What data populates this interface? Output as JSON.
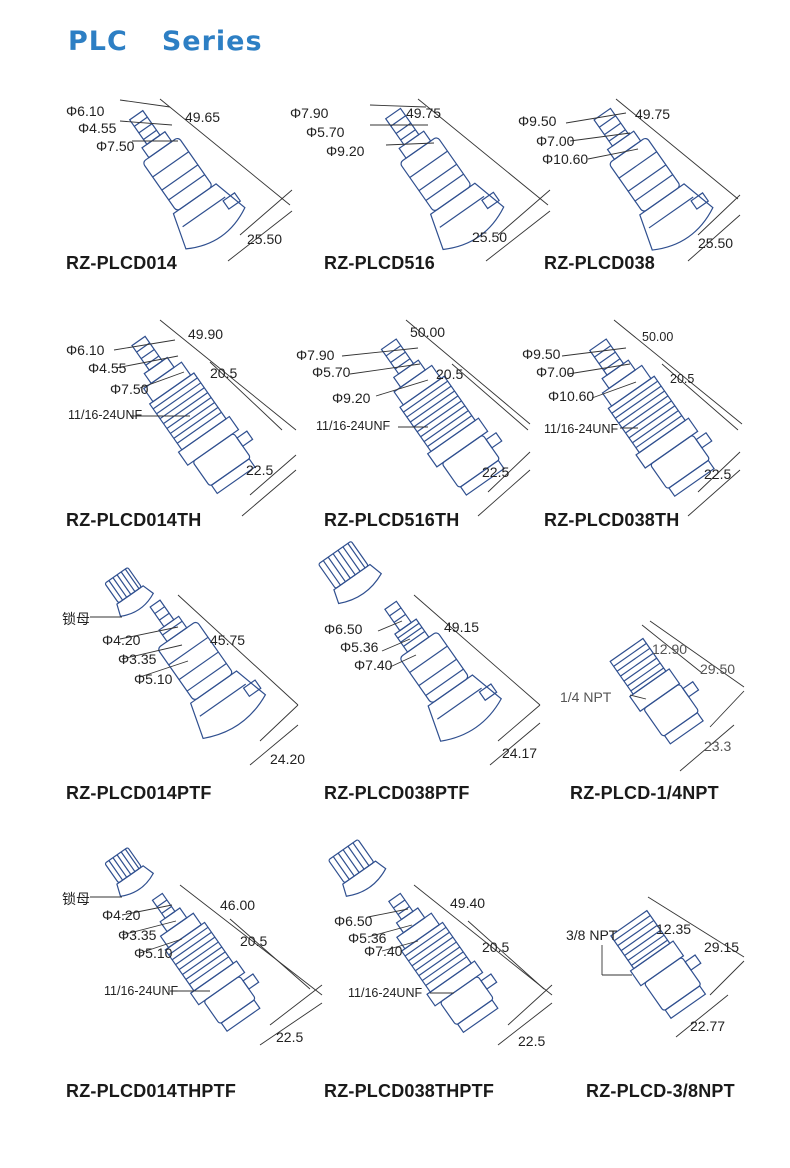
{
  "title": {
    "word1": "PLC",
    "word2": "Series",
    "color": "#2d7fc4"
  },
  "colors": {
    "outline": "#2f4f8f",
    "dimline": "#333333"
  },
  "items": [
    {
      "model": "RZ-PLCD014",
      "d1": "Φ6.10",
      "d2": "Φ4.55",
      "d3": "Φ7.50",
      "len": "49.65",
      "len2": "",
      "w": "25.50",
      "thread": "",
      "nut": ""
    },
    {
      "model": "RZ-PLCD516",
      "d1": "Φ7.90",
      "d2": "Φ5.70",
      "d3": "Φ9.20",
      "len": "49.75",
      "len2": "",
      "w": "25.50",
      "thread": "",
      "nut": ""
    },
    {
      "model": "RZ-PLCD038",
      "d1": "Φ9.50",
      "d2": "Φ7.00",
      "d3": "Φ10.60",
      "len": "49.75",
      "len2": "",
      "w": "25.50",
      "thread": "",
      "nut": ""
    },
    {
      "model": "RZ-PLCD014TH",
      "d1": "Φ6.10",
      "d2": "Φ4.55",
      "d3": "Φ7.50",
      "len": "49.90",
      "len2": "20.5",
      "w": "22.5",
      "thread": "11/16-24UNF",
      "nut": ""
    },
    {
      "model": "RZ-PLCD516TH",
      "d1": "Φ7.90",
      "d2": "Φ5.70",
      "d3": "Φ9.20",
      "len": "50.00",
      "len2": "20.5",
      "w": "22.5",
      "thread": "11/16-24UNF",
      "nut": ""
    },
    {
      "model": "RZ-PLCD038TH",
      "d1": "Φ9.50",
      "d2": "Φ7.00",
      "d3": "Φ10.60",
      "len": "50.00",
      "len2": "20.5",
      "w": "22.5",
      "thread": "11/16-24UNF",
      "nut": ""
    },
    {
      "model": "RZ-PLCD014PTF",
      "d1": "Φ4.20",
      "d2": "Φ3.35",
      "d3": "Φ5.10",
      "len": "45.75",
      "len2": "",
      "w": "24.20",
      "thread": "",
      "nut": "锁母"
    },
    {
      "model": "RZ-PLCD038PTF",
      "d1": "Φ6.50",
      "d2": "Φ5.36",
      "d3": "Φ7.40",
      "len": "49.15",
      "len2": "",
      "w": "24.17",
      "thread": "",
      "nut": ""
    },
    {
      "model": "RZ-PLCD-1/4NPT",
      "d1": "",
      "d2": "",
      "d3": "",
      "len": "29.50",
      "len2": "12.90",
      "w": "23.3",
      "thread": "1/4 NPT",
      "nut": ""
    },
    {
      "model": "RZ-PLCD014THPTF",
      "d1": "Φ4.20",
      "d2": "Φ3.35",
      "d3": "Φ5.10",
      "len": "46.00",
      "len2": "20.5",
      "w": "22.5",
      "thread": "11/16-24UNF",
      "nut": "锁母"
    },
    {
      "model": "RZ-PLCD038THPTF",
      "d1": "Φ6.50",
      "d2": "Φ5.36",
      "d3": "Φ7.40",
      "len": "49.40",
      "len2": "20.5",
      "w": "22.5",
      "thread": "11/16-24UNF",
      "nut": ""
    },
    {
      "model": "RZ-PLCD-3/8NPT",
      "d1": "",
      "d2": "",
      "d3": "",
      "len": "29.15",
      "len2": "12.35",
      "w": "22.77",
      "thread": "3/8 NPT",
      "nut": ""
    }
  ]
}
